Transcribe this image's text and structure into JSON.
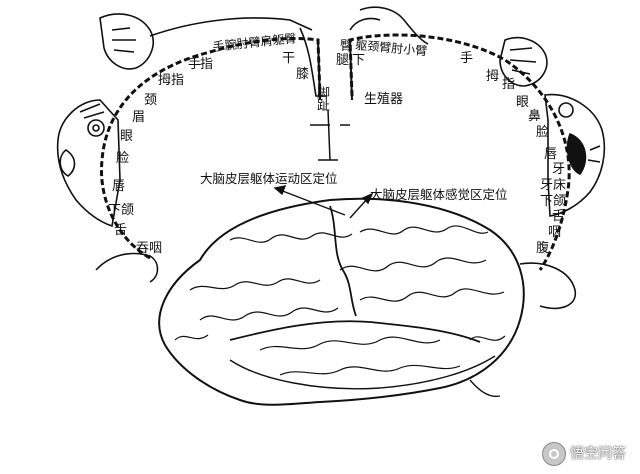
{
  "captions": {
    "motor": "大脑皮层躯体运动区定位",
    "sensory": "大脑皮层躯体感觉区定位"
  },
  "motor_labels": [
    "手腕肘臂肩躯臀",
    "干",
    "膝",
    "脚趾",
    "手",
    "指",
    "拇指",
    "颈",
    "眉",
    "眼",
    "脸",
    "唇",
    "下颌",
    "舌",
    "吞咽"
  ],
  "sensory_labels": [
    "臀",
    "躯颈臂肘小臂",
    "手",
    "腿",
    "下",
    "生殖器",
    "拇",
    "指",
    "眼",
    "鼻",
    "脸",
    "唇",
    "牙",
    "牙床",
    "下颌",
    "舌",
    "咽",
    "腹"
  ],
  "watermark": "悟空问答"
}
